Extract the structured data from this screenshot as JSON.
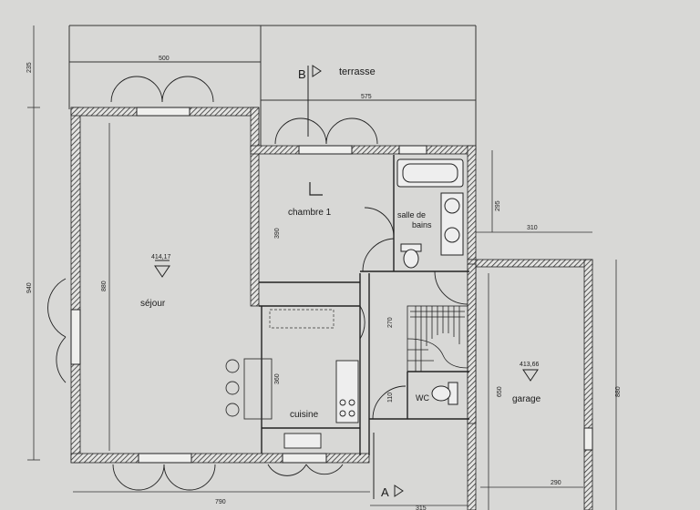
{
  "rooms": {
    "terrasse": "terrasse",
    "chambre": "chambre 1",
    "salle_de_bains_1": "salle de",
    "salle_de_bains_2": "bains",
    "sejour": "séjour",
    "cuisine": "cuisine",
    "wc": "WC",
    "garage": "garage"
  },
  "levels": {
    "sejour": "414,17",
    "garage": "413,66"
  },
  "section_markers": {
    "top": "B",
    "bottom": "A"
  },
  "dimensions": {
    "top_500": "500",
    "top_575": "575",
    "left_235": "235",
    "left_940": "940",
    "sejour_depth": "880",
    "chambre_390": "390",
    "sdb_295": "295",
    "garage_310": "310",
    "hall_270": "270",
    "kitchen_360": "360",
    "wc_110": "110",
    "garage_650": "650",
    "garage_right_880": "880",
    "garage_290": "290",
    "bottom_790": "790",
    "bottom_315": "315"
  }
}
